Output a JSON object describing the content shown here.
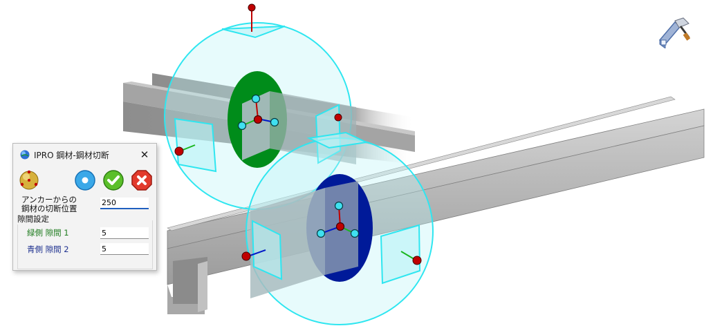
{
  "dialog": {
    "title": "IPRO 鋼材-鋼材切断",
    "close_glyph": "✕",
    "toolbar": {
      "anchor_icon": "anchor-sphere-icon",
      "cursor_icon": "record-dot-icon",
      "ok_icon": "check-icon",
      "cancel_icon": "cancel-x-icon"
    },
    "cut_position": {
      "label_line1": "アンカーからの",
      "label_line2": "鋼材の切断位置",
      "value": "250"
    },
    "gap_group": {
      "title": "隙間設定",
      "green_label": "緑側 隙間 1",
      "green_value": "5",
      "blue_label": "青側 隙間 2",
      "blue_value": "5"
    }
  },
  "colors": {
    "handle_red": "#c00000",
    "handle_cyan": "#40e0f0",
    "gizmo_outline": "#2ee6f0",
    "green_disc": "#008c1a",
    "blue_disc": "#001a99",
    "steel": "#b8b8b8"
  },
  "viewport_tool_icon": "steel-cut-tool-icon"
}
